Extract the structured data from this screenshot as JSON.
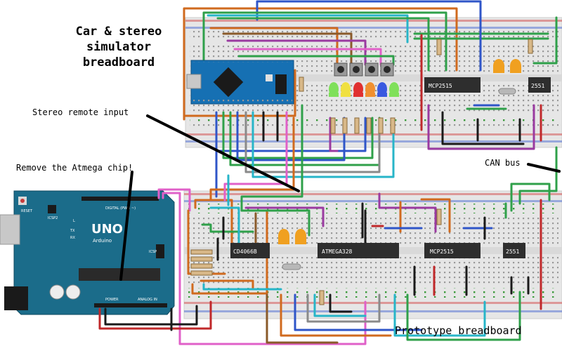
{
  "labels": {
    "simulator_title_1": "Car & stereo",
    "simulator_title_2": "simulator",
    "simulator_title_3": "breadboard",
    "stereo_remote": "Stereo remote input",
    "remove_chip": "Remove the Atmega chip!",
    "can_bus": "CAN bus",
    "prototype": "Prototype breadboard"
  },
  "chips": {
    "mcp2515_top": "MCP2515",
    "can_2551_top": "2551",
    "cd4066": "CD4066B",
    "atmega": "ATMEGA328",
    "mcp2515_bottom": "MCP2515",
    "can_2551_bottom": "2551"
  },
  "arduino_uno": {
    "logo": "UNO",
    "brand": "Arduino",
    "reset": "RESET",
    "icsp2": "ICSP2",
    "icsp": "ICSP",
    "pin_l": "L",
    "pin_tx": "TX",
    "pin_rx": "RX",
    "power": "POWER",
    "analog_in": "ANALOG IN",
    "digital": "DIGITAL (PWM ~)"
  },
  "colors": {
    "breadboard": "#e8e8e8",
    "arduino_blue": "#1b6c8a",
    "nano_blue": "#1670b3",
    "chip": "#2e2e2e",
    "capacitor": "#f0a020",
    "wire_red": "#c0282a",
    "wire_blue": "#2f55c8",
    "wire_green": "#2fa04a",
    "wire_orange": "#d06a1e",
    "wire_purple": "#9a3aa0",
    "wire_teal": "#27b5c8",
    "wire_brown": "#8a5a2a",
    "wire_gray": "#8a8a8a",
    "wire_black": "#1a1a1a",
    "wire_pink": "#e060c8",
    "wire_lime": "#6fbf3a"
  },
  "leds": [
    "green",
    "yellow",
    "red",
    "orange",
    "blue",
    "green"
  ],
  "icons": [
    "breadboard",
    "microcontroller-board",
    "ic-chip",
    "capacitor",
    "crystal",
    "led",
    "push-button",
    "resistor",
    "jumper-wire",
    "pointer-line"
  ]
}
